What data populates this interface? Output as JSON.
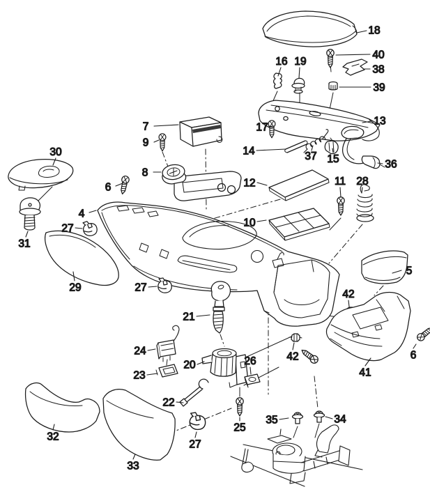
{
  "diagram": {
    "background_color": "#ffffff",
    "line_color": "#1b1b1b",
    "callouts": {
      "4": "4",
      "5": "5",
      "6": "6",
      "7": "7",
      "8": "8",
      "9": "9",
      "10": "10",
      "11": "11",
      "12": "12",
      "13": "13",
      "14": "14",
      "15": "15",
      "16": "16",
      "17": "17",
      "18": "18",
      "19": "19",
      "20": "20",
      "21": "21",
      "22": "22",
      "23": "23",
      "24": "24",
      "25": "25",
      "26": "26",
      "27": "27",
      "28": "28",
      "29": "29",
      "30": "30",
      "31": "31",
      "32": "32",
      "33": "33",
      "34": "34",
      "35": "35",
      "36": "36",
      "37": "37",
      "38": "38",
      "39": "39",
      "40": "40",
      "41": "41",
      "42": "42"
    }
  }
}
